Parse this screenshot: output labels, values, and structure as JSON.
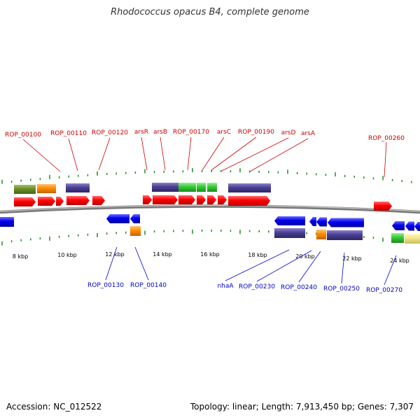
{
  "title": "Rhodococcus opacus B4, complete genome",
  "footer": {
    "accession": "Accession: NC_012522",
    "topology": "Topology: linear; Length: 7,913,450 bp; Genes: 7,307"
  },
  "colors": {
    "forward_gene": "#ff0000",
    "reverse_gene": "#0000ee",
    "forward_label": "#cc0000",
    "reverse_label": "#0000cc",
    "tick": "#228b22",
    "backbone": "#777777"
  },
  "ruler_labels": [
    "8 kbp",
    "10 kbp",
    "12 kbp",
    "14 kbp",
    "16 kbp",
    "18 kbp",
    "20 kbp",
    "22 kbp",
    "24 kbp"
  ],
  "forward_labels": [
    "ROP_00100",
    "ROP_00110",
    "ROP_00120",
    "arsR",
    "arsB",
    "ROP_00170",
    "arsC",
    "ROP_00190",
    "arsD",
    "arsA",
    "ROP_00260"
  ],
  "reverse_labels": [
    "ROP_00130",
    "ROP_00140",
    "nhaA",
    "ROP_00230",
    "ROP_00240",
    "ROP_00250",
    "ROP_00270"
  ]
}
